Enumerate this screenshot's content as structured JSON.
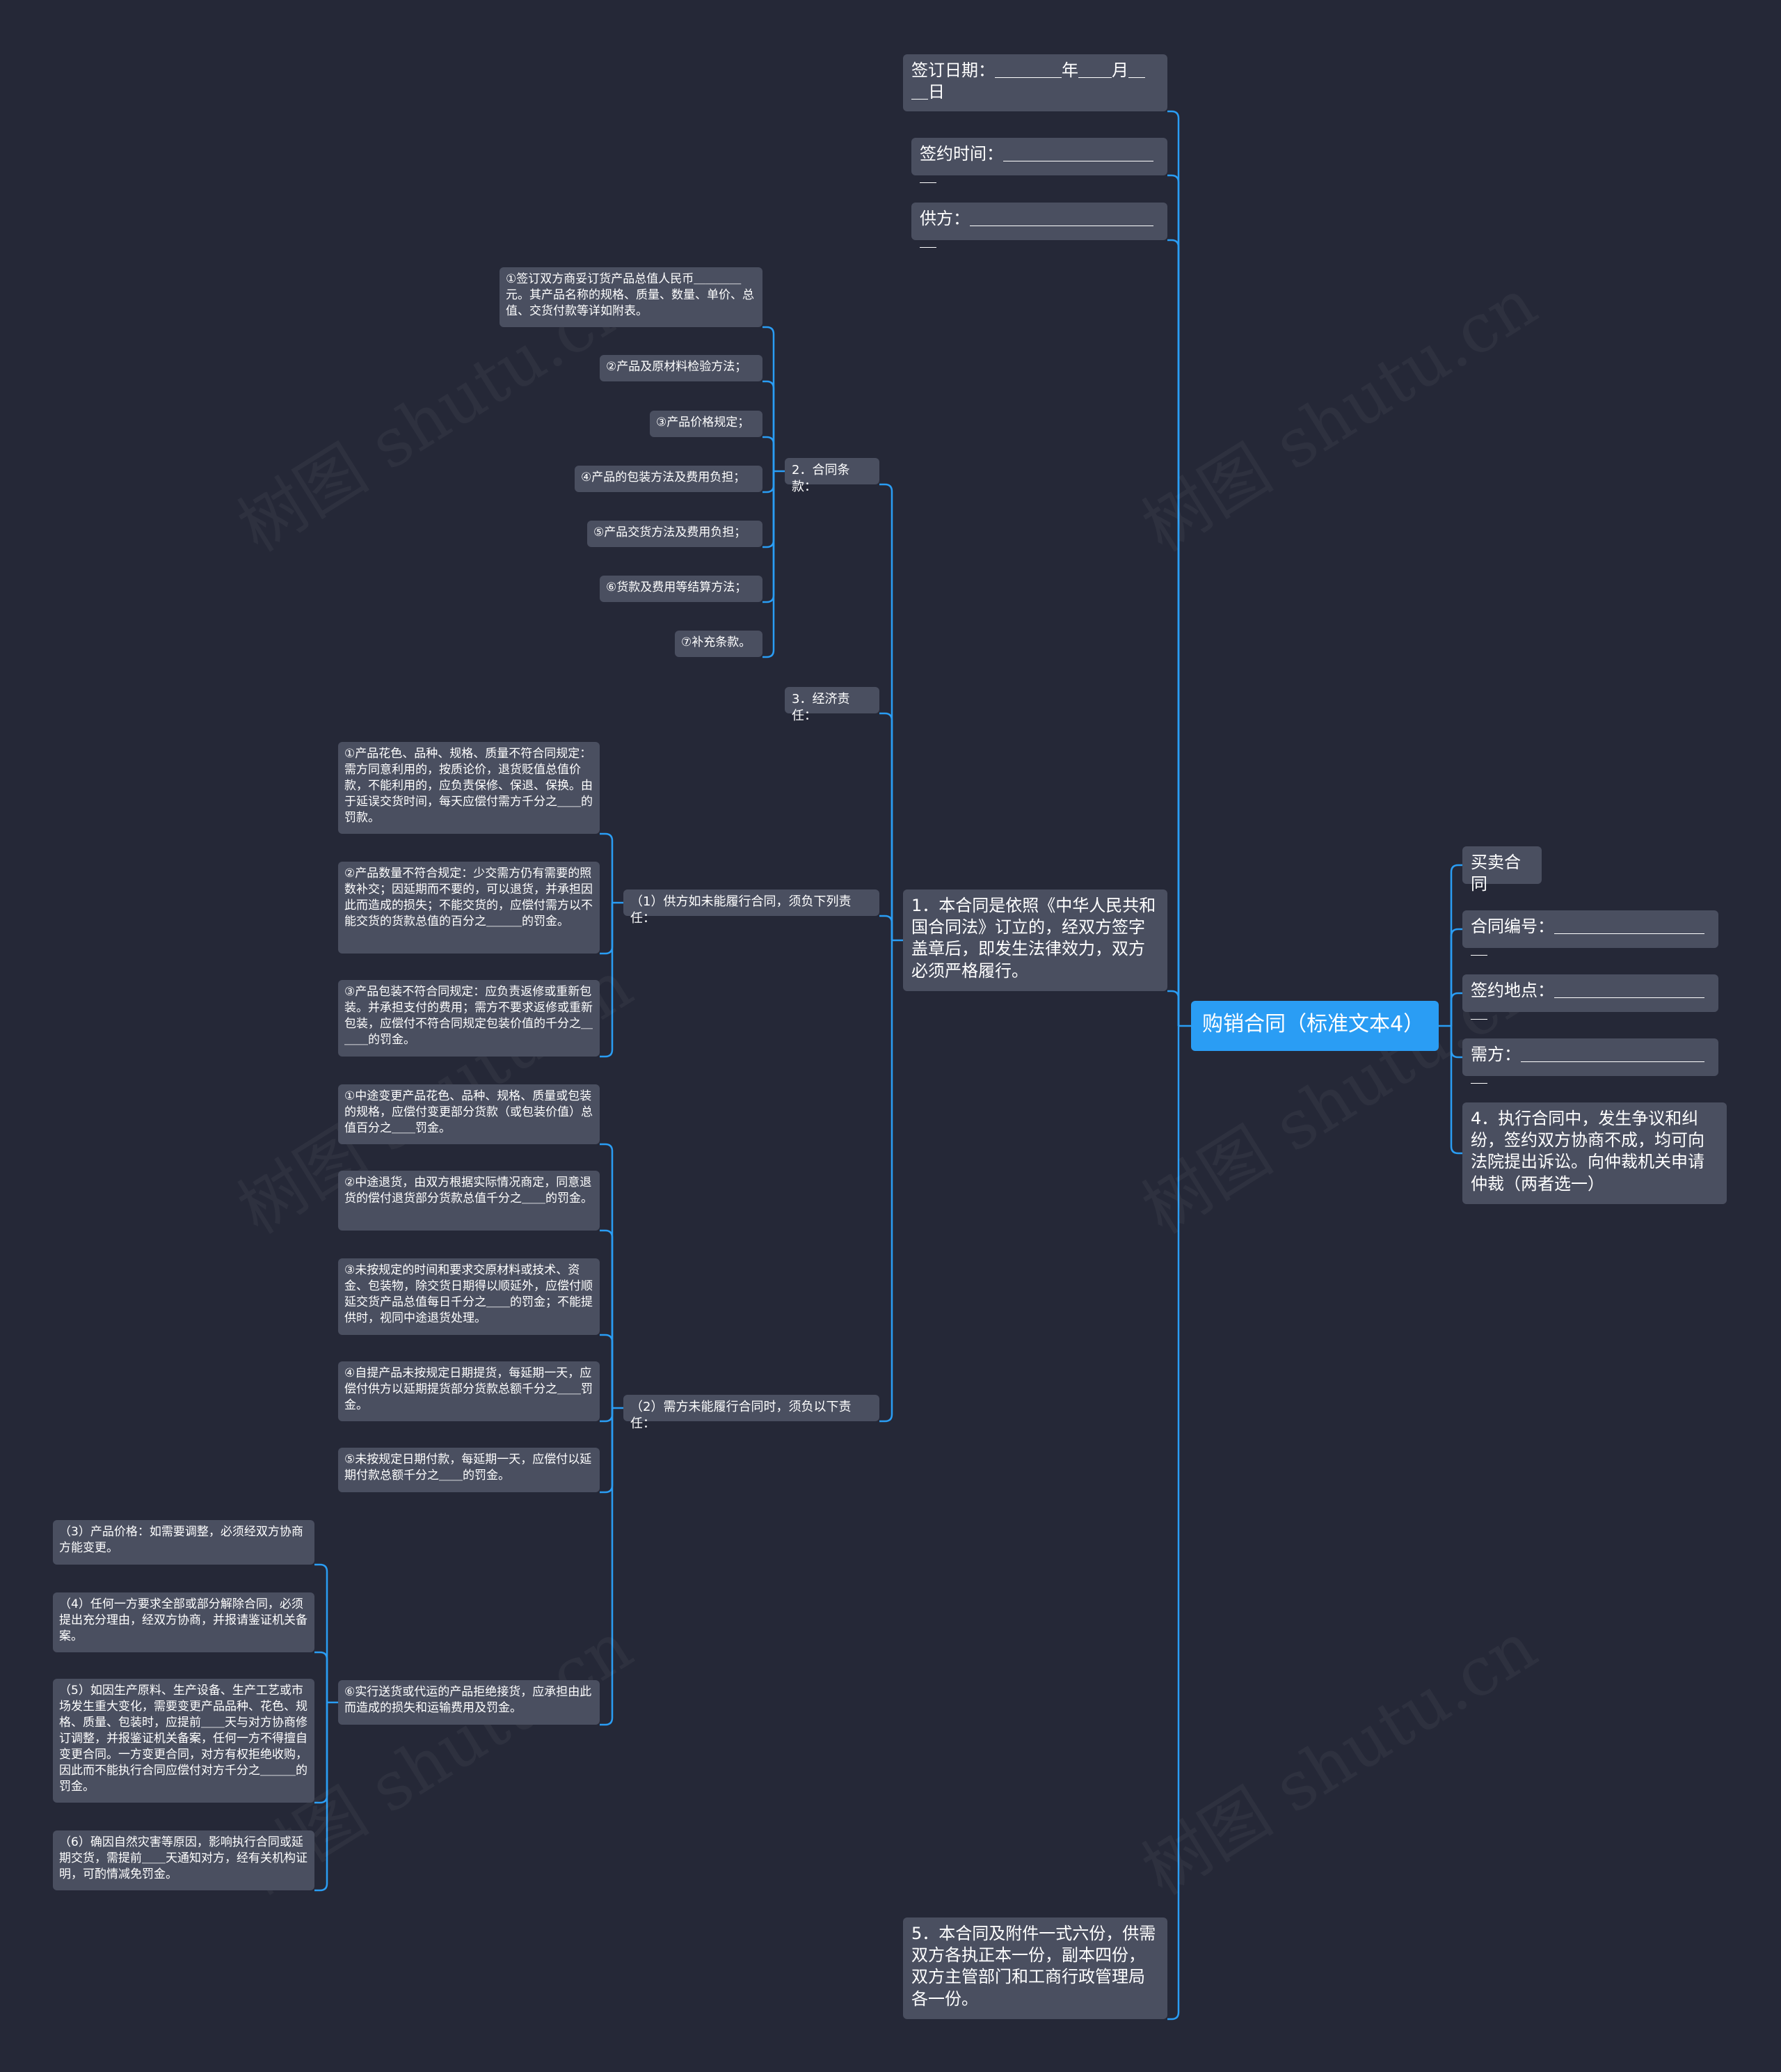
{
  "watermark": "树图 shutu.cn",
  "colors": {
    "background": "#252837",
    "node": "#4a4f60",
    "root": "#2a9df4",
    "line": "#2a9df4",
    "text": "#ffffff"
  },
  "root": {
    "label": "购销合同（标准文本4）"
  },
  "right": [
    {
      "id": "r1",
      "label": "买卖合同"
    },
    {
      "id": "r2",
      "label": "合同编号：＿＿＿＿＿＿＿＿＿＿"
    },
    {
      "id": "r3",
      "label": "签约地点：＿＿＿＿＿＿＿＿＿＿"
    },
    {
      "id": "r4",
      "label": "需方：＿＿＿＿＿＿＿＿＿＿＿＿"
    },
    {
      "id": "r5",
      "label": "4．执行合同中，发生争议和纠纷，签约双方协商不成，均可向法院提出诉讼。向仲裁机关申请仲裁（两者选一）"
    }
  ],
  "left": [
    {
      "id": "a1",
      "label": "签订日期：＿＿＿＿年＿＿月＿＿日"
    },
    {
      "id": "a2",
      "label": "签约时间：＿＿＿＿＿＿＿＿＿＿"
    },
    {
      "id": "a3",
      "label": "供方：＿＿＿＿＿＿＿＿＿＿＿＿"
    },
    {
      "id": "a4",
      "label": "1．本合同是依照《中华人民共和国合同法》订立的，经双方签字盖章后，即发生法律效力，双方必须严格履行。"
    },
    {
      "id": "a5",
      "label": "5．本合同及附件一式六份，供需双方各执正本一份，副本四份，双方主管部门和工商行政管理局各一份。"
    }
  ],
  "a4_children": [
    {
      "id": "b1",
      "label": "2．合同条款："
    },
    {
      "id": "b2",
      "label": "3．经济责任："
    },
    {
      "id": "b3",
      "label": "（1）供方如未能履行合同，须负下列责任："
    },
    {
      "id": "b4",
      "label": "（2）需方未能履行合同时，须负以下责任："
    }
  ],
  "b1_children": [
    {
      "id": "c1",
      "label": "①签订双方商妥订货产品总值人民币＿＿＿＿元。其产品名称的规格、质量、数量、单价、总值、交货付款等详如附表。"
    },
    {
      "id": "c2",
      "label": "②产品及原材料检验方法；"
    },
    {
      "id": "c3",
      "label": "③产品价格规定；"
    },
    {
      "id": "c4",
      "label": "④产品的包装方法及费用负担；"
    },
    {
      "id": "c5",
      "label": "⑤产品交货方法及费用负担；"
    },
    {
      "id": "c6",
      "label": "⑥货款及费用等结算方法；"
    },
    {
      "id": "c7",
      "label": "⑦补充条款。"
    }
  ],
  "b3_children": [
    {
      "id": "d1",
      "label": "①产品花色、品种、规格、质量不符合同规定：需方同意利用的，按质论价，退货贬值总值价款，不能利用的，应负责保修、保退、保换。由于延误交货时间，每天应偿付需方千分之＿＿的罚款。"
    },
    {
      "id": "d2",
      "label": "②产品数量不符合规定：少交需方仍有需要的照数补交；因延期而不要的，可以退货，并承担因此而造成的损失；不能交货的，应偿付需方以不能交货的货款总值的百分之＿＿＿的罚金。"
    },
    {
      "id": "d3",
      "label": "③产品包装不符合同规定：应负责返修或重新包装。并承担支付的费用；需方不要求返修或重新包装，应偿付不符合同规定包装价值的千分之＿＿＿的罚金。"
    }
  ],
  "b4_children": [
    {
      "id": "e1",
      "label": "①中途变更产品花色、品种、规格、质量或包装的规格，应偿付变更部分货款（或包装价值）总值百分之＿＿罚金。"
    },
    {
      "id": "e2",
      "label": "②中途退货，由双方根据实际情况商定，同意退货的偿付退货部分货款总值千分之＿＿的罚金。"
    },
    {
      "id": "e3",
      "label": "③未按规定的时间和要求交原材料或技术、资金、包装物，除交货日期得以顺延外，应偿付顺延交货产品总值每日千分之＿＿的罚金；不能提供时，视同中途退货处理。"
    },
    {
      "id": "e4",
      "label": "④自提产品未按规定日期提货，每延期一天，应偿付供方以延期提货部分货款总额千分之＿＿罚金。"
    },
    {
      "id": "e5",
      "label": "⑤未按规定日期付款，每延期一天，应偿付以延期付款总额千分之＿＿的罚金。"
    },
    {
      "id": "e6",
      "label": "⑥实行送货或代运的产品拒绝接货，应承担由此而造成的损失和运输费用及罚金。"
    }
  ],
  "e6_children": [
    {
      "id": "f1",
      "label": "（3）产品价格：如需要调整，必须经双方协商方能变更。"
    },
    {
      "id": "f2",
      "label": "（4）任何一方要求全部或部分解除合同，必须提出充分理由，经双方协商，并报请鉴证机关备案。"
    },
    {
      "id": "f3",
      "label": "（5）如因生产原料、生产设备、生产工艺或市场发生重大变化，需要变更产品品种、花色、规格、质量、包装时，应提前＿＿天与对方协商修订调整，并报鉴证机关备案，任何一方不得擅自变更合同。一方变更合同，对方有权拒绝收购，因此而不能执行合同应偿付对方千分之＿＿＿的罚金。"
    },
    {
      "id": "f4",
      "label": "（6）确因自然灾害等原因，影响执行合同或延期交货，需提前＿＿天通知对方，经有关机构证明，可酌情减免罚金。"
    }
  ]
}
